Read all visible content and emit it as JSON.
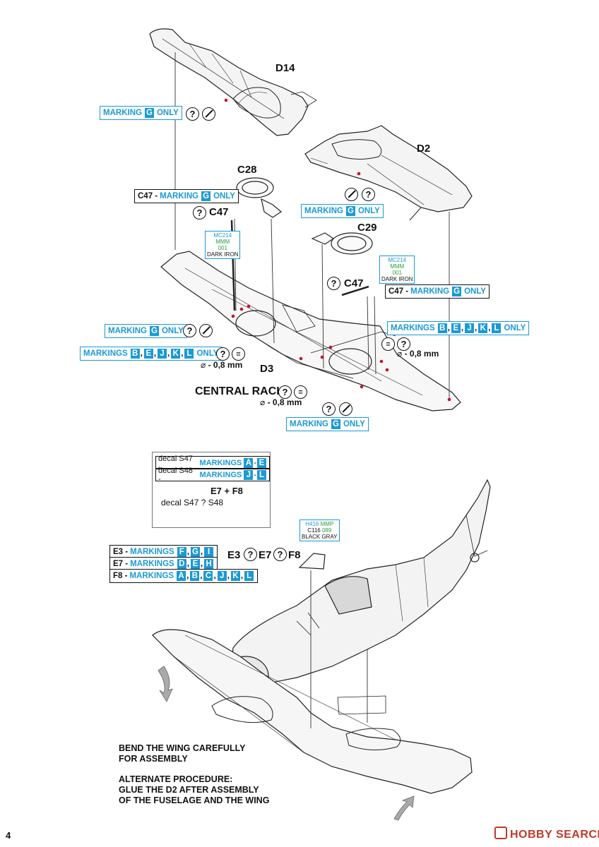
{
  "page_number": "4",
  "watermark": "HOBBY SEARCH",
  "parts": {
    "d14": "D14",
    "d2": "D2",
    "c28": "C28",
    "c29": "C29",
    "d3": "D3",
    "c47": "C47",
    "e7_f8": "E7 + F8"
  },
  "central_rack": "CENTRAL RACK",
  "drill_size": "- 0,8 mm",
  "marking_g_only": {
    "prefix": "MARKING",
    "letter": "G",
    "suffix": "ONLY"
  },
  "c47_marking_g_only": {
    "part": "C47 -",
    "prefix": "MARKING",
    "letter": "G",
    "suffix": "ONLY"
  },
  "markings_bejkl_only": {
    "prefix": "MARKINGS",
    "letters": [
      "B",
      "E",
      "J",
      "K",
      "L"
    ],
    "suffix": "ONLY"
  },
  "paint_1": {
    "code1": "MC214",
    "code2": "MMM",
    "code3": "001",
    "name": "DARK IRON"
  },
  "paint_2": {
    "code1": "MC214",
    "code2": "MMM",
    "code3": "001",
    "name": "DARK IRON"
  },
  "paint_3": {
    "code1": "H416",
    "code2": "MMP",
    "code3": "C116",
    "code4": "089",
    "name": "BLACK GRAY"
  },
  "inset": {
    "row1": {
      "decal": "decal S47 -",
      "markings": "MARKINGS",
      "from": "A",
      "to": "E"
    },
    "row2": {
      "decal": "decal S48 -",
      "markings": "MARKINGS",
      "from": "J",
      "to": "L"
    },
    "decal_choice": "decal S47 ? S48"
  },
  "e3_markings": {
    "part": "E3 -",
    "markings": "MARKINGS",
    "letters": [
      "F",
      "G",
      "I"
    ]
  },
  "e7_markings": {
    "part": "E7 -",
    "markings": "MARKINGS",
    "letters": [
      "D",
      "E",
      "H"
    ]
  },
  "f8_markings": {
    "part": "F8 -",
    "markings": "MARKINGS",
    "letters": [
      "A",
      "B",
      "C",
      "J",
      "K",
      "L"
    ]
  },
  "choice_row": {
    "e3": "E3",
    "e7": "E7",
    "f8": "F8",
    "q": "?"
  },
  "notes": {
    "bend_line1": "BEND THE WING CAREFULLY",
    "bend_line2": "FOR ASSEMBLY",
    "alt_line1": "ALTERNATE PROCEDURE:",
    "alt_line2": "GLUE THE D2 AFTER ASSEMBLY",
    "alt_line3": "OF THE FUSELAGE AND THE WING"
  }
}
